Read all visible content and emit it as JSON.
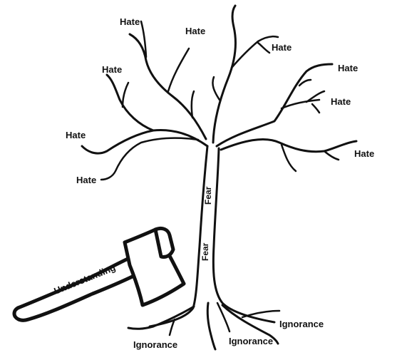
{
  "tree": {
    "branch_labels": [
      "Hate",
      "Hate",
      "Hate",
      "Hate",
      "Hate",
      "Hate",
      "Hate",
      "Hate",
      "Hate"
    ],
    "trunk_labels": [
      "Fear",
      "Fear"
    ],
    "root_labels": [
      "Ignorance",
      "Ignorance",
      "Ignorance"
    ]
  },
  "axe": {
    "handle_label": "Understanding"
  },
  "colors": {
    "ink": "#111111",
    "background": "#ffffff"
  }
}
